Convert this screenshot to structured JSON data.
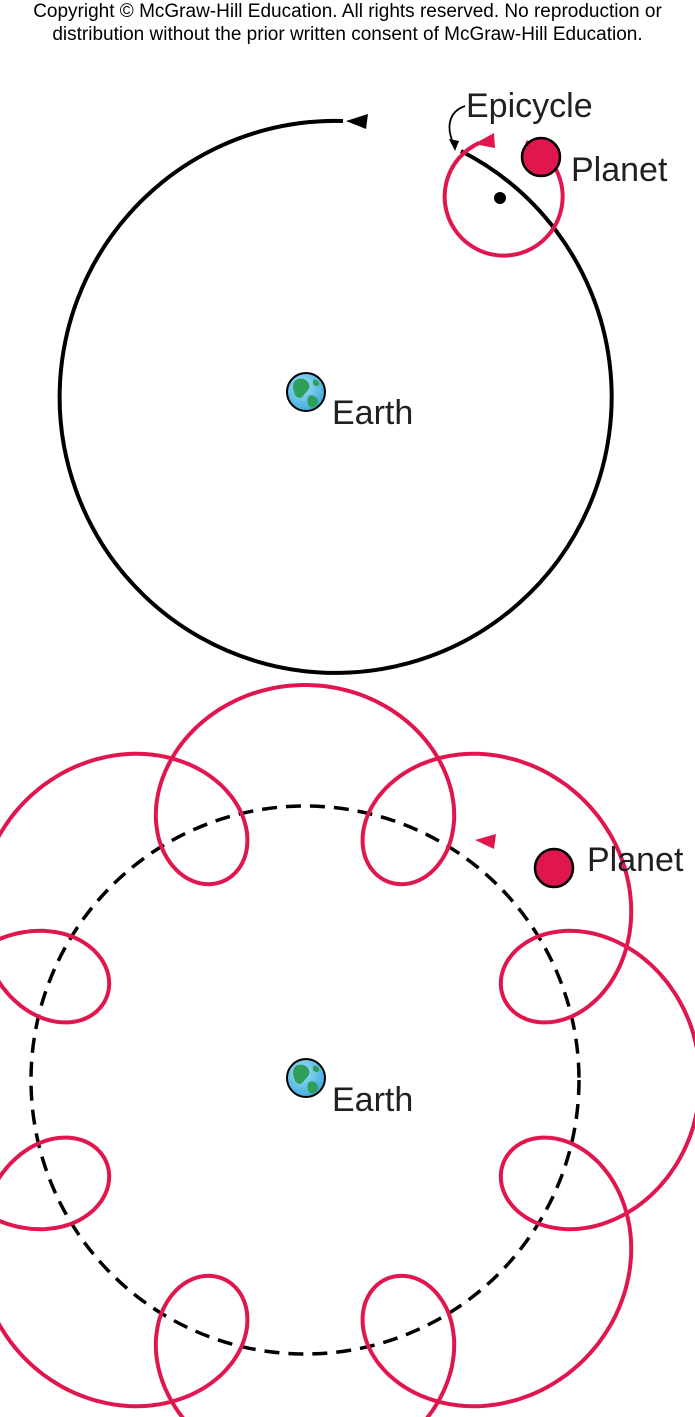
{
  "copyright": {
    "line1": "Copyright © McGraw-Hill Education.  All rights reserved. No reproduction or",
    "line2": "distribution without the prior written consent of McGraw-Hill Education."
  },
  "top_diagram": {
    "epicycle_label": "Epicycle",
    "planet_label": "Planet",
    "earth_label": "Earth"
  },
  "bottom_diagram": {
    "planet_label": "Planet",
    "earth_label": "Earth",
    "loop_count": 8
  },
  "colors": {
    "path": "#e0174f",
    "planet": "#e0174f",
    "deferent": "#000000",
    "earth_ocean": "#4fb8e6",
    "earth_land": "#2f9e58"
  }
}
